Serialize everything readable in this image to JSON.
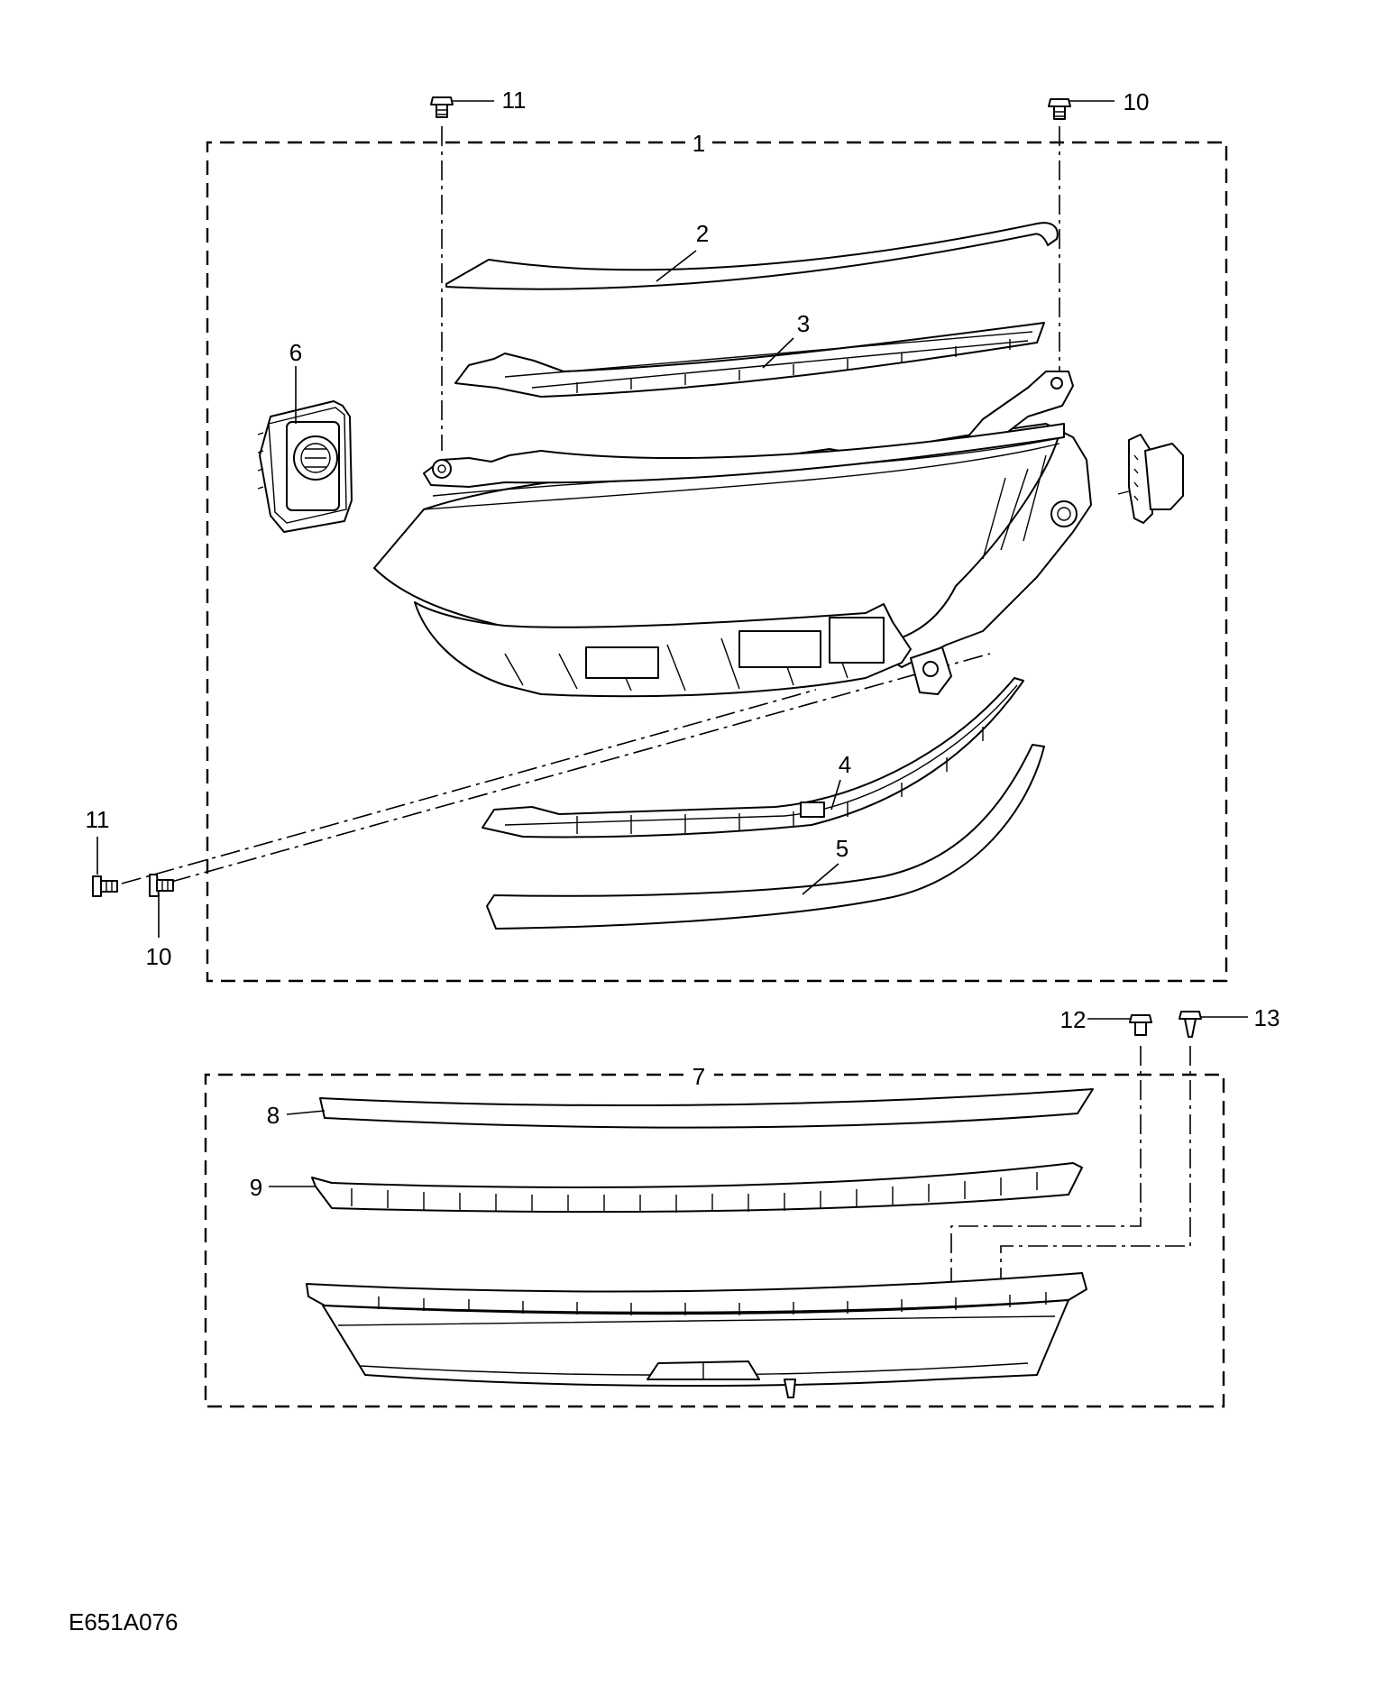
{
  "diagram": {
    "reference": "E651A076",
    "callouts": [
      "1",
      "2",
      "3",
      "4",
      "5",
      "6",
      "7",
      "8",
      "9",
      "10",
      "11",
      "12",
      "13"
    ],
    "colors": {
      "line": "#000000",
      "background": "#ffffff"
    }
  }
}
